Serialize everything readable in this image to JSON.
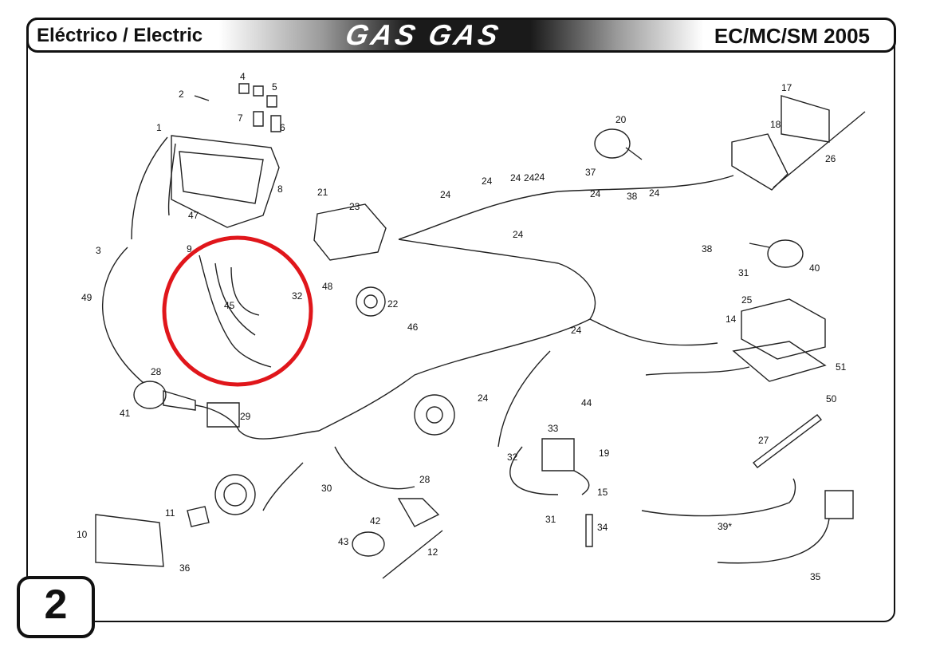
{
  "header": {
    "section_title": "Eléctrico / Electric",
    "brand": "GAS GAS",
    "model": "EC/MC/SM 2005"
  },
  "page_number": "2",
  "callouts": [
    "1",
    "2",
    "3",
    "4",
    "5",
    "6",
    "7",
    "8",
    "9",
    "10",
    "11",
    "12",
    "14",
    "15",
    "17",
    "18",
    "19",
    "20",
    "21",
    "22",
    "23",
    "24",
    "24",
    "24",
    "24",
    "24",
    "24",
    "24",
    "24",
    "24",
    "24",
    "25",
    "26",
    "27",
    "28",
    "28",
    "29",
    "30",
    "31",
    "31",
    "32",
    "32",
    "33",
    "34",
    "35",
    "36",
    "37",
    "38",
    "38",
    "39*",
    "40",
    "41",
    "42",
    "43",
    "44",
    "45",
    "46",
    "47",
    "48",
    "49",
    "50",
    "51"
  ],
  "colors": {
    "highlight": "#e0161b",
    "ink": "#111111"
  }
}
